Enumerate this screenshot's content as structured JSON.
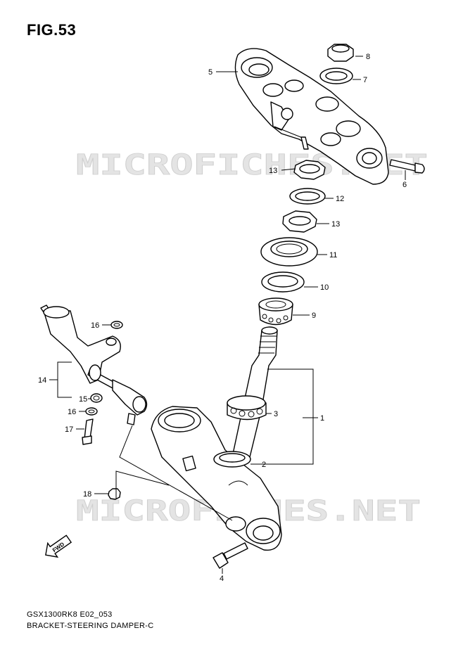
{
  "figure": {
    "title": "FIG.53"
  },
  "footer": {
    "code": "GSX1300RK8 E02_053",
    "caption": "BRACKET-STEERING DAMPER-C"
  },
  "watermark": {
    "text": "MICROFICHES.NET"
  },
  "direction_arrow": {
    "label": "FWD"
  },
  "callouts": {
    "c1": "1",
    "c2": "2",
    "c3": "3",
    "c4": "4",
    "c5": "5",
    "c6": "6",
    "c7": "7",
    "c8": "8",
    "c9": "9",
    "c10": "10",
    "c11": "11",
    "c12": "12",
    "c13a": "13",
    "c13b": "13",
    "c14": "14",
    "c15": "15",
    "c16a": "16",
    "c16b": "16",
    "c17": "17",
    "c18": "18"
  },
  "parts": [
    {
      "ref": "1"
    },
    {
      "ref": "2"
    },
    {
      "ref": "3"
    },
    {
      "ref": "4"
    },
    {
      "ref": "5"
    },
    {
      "ref": "6"
    },
    {
      "ref": "7"
    },
    {
      "ref": "8"
    },
    {
      "ref": "9"
    },
    {
      "ref": "10"
    },
    {
      "ref": "11"
    },
    {
      "ref": "12"
    },
    {
      "ref": "13"
    },
    {
      "ref": "14"
    },
    {
      "ref": "15"
    },
    {
      "ref": "16"
    },
    {
      "ref": "17"
    },
    {
      "ref": "18"
    }
  ]
}
